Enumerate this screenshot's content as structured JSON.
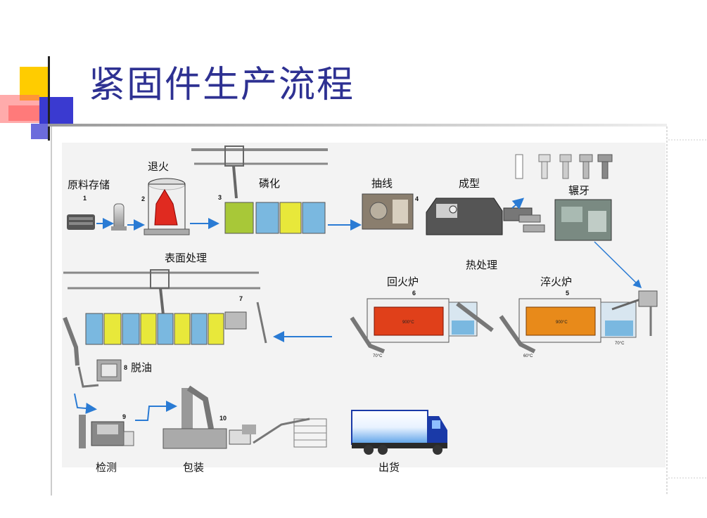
{
  "slide": {
    "title": "紧固件生产流程"
  },
  "stages": [
    {
      "n": "1",
      "label": "原料存储"
    },
    {
      "n": "2",
      "label": "退火"
    },
    {
      "n": "3",
      "label": "磷化"
    },
    {
      "n": "",
      "label": "表面处理"
    },
    {
      "n": "4",
      "label": "抽线"
    },
    {
      "n": "",
      "label": "成型"
    },
    {
      "n": "",
      "label": "辗牙"
    },
    {
      "n": "",
      "label": "热处理"
    },
    {
      "n": "5",
      "label": "淬火炉"
    },
    {
      "n": "6",
      "label": "回火炉"
    },
    {
      "n": "7",
      "label": ""
    },
    {
      "n": "8",
      "label": "脱油"
    },
    {
      "n": "9",
      "label": "检测"
    },
    {
      "n": "10",
      "label": "包装"
    },
    {
      "n": "",
      "label": "出货"
    }
  ],
  "furnace_temps": {
    "quench": "900°C",
    "temper": "900°C",
    "t_left_quench": "60°C",
    "t_right_quench": "70°C",
    "t_left_temper": "70°C"
  },
  "colors": {
    "title": "#2e3192",
    "arrow": "#2a7bd4",
    "phosphate_green": "#a8c838",
    "phosphate_blue": "#7ab8e0",
    "phosphate_yellow": "#e8e83a",
    "quench_orange": "#e88a1a",
    "temper_red": "#e0401a",
    "anneal_red": "#e02a20",
    "truck_blue": "#1a3aa8"
  }
}
